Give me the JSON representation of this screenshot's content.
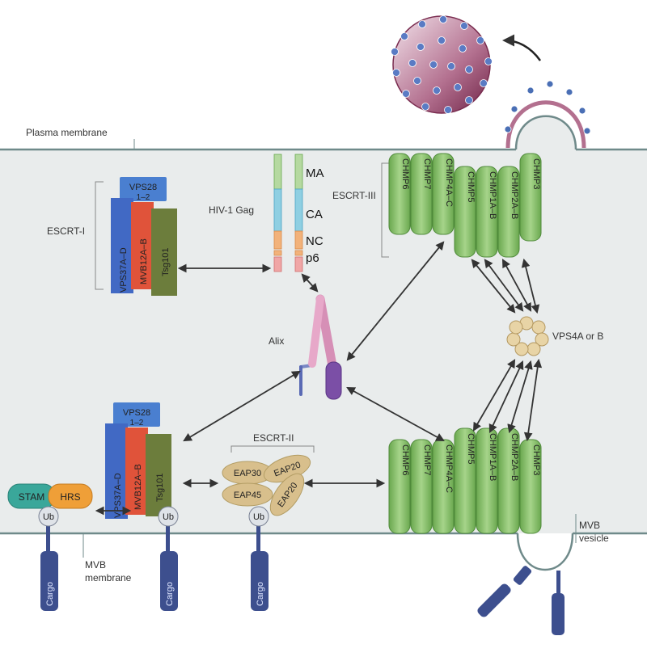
{
  "labels": {
    "plasma_membrane": "Plasma membrane",
    "mvb_membrane_line1": "MVB",
    "mvb_membrane_line2": "membrane",
    "mvb_vesicle_line1": "MVB",
    "mvb_vesicle_line2": "vesicle",
    "escrt1": "ESCRT-I",
    "escrt2": "ESCRT-II",
    "escrt3": "ESCRT-III",
    "hiv_gag": "HIV-1 Gag",
    "alix": "Alix",
    "vps4": "VPS4A or B"
  },
  "gag_domains": [
    "MA",
    "CA",
    "NC",
    "p6"
  ],
  "escrt1": {
    "vps28": "VPS28",
    "vps28_range": "1–2",
    "vps37": "VPS37A–D",
    "mvb12": "MVB12A–B",
    "tsg101": "Tsg101"
  },
  "escrt2": {
    "eap30": "EAP30",
    "eap20_top": "EAP20",
    "eap45": "EAP45",
    "eap20_bottom": "EAP20"
  },
  "escrt3_subunits": [
    "CHMP6",
    "CHMP7",
    "CHMP4A–C",
    "CHMP5",
    "CHMP1A–B",
    "CHMP2A–B",
    "CHMP3"
  ],
  "adaptors": {
    "stam": "STAM",
    "hrs": "HRS",
    "ub": "Ub",
    "cargo": "Cargo"
  },
  "colors": {
    "membrane_fill": "#e9ecec",
    "membrane_line": "#6f8a8a",
    "chmp_green": "#8dc46e",
    "vps28_blue": "#4a7fd0",
    "vps37_blue": "#4169c4",
    "mvb12_red": "#e0533a",
    "tsg101_olive": "#6c7d3c",
    "stam_teal": "#3aa79a",
    "hrs_orange": "#ef9f38",
    "eap_tan": "#d8bf8c",
    "cargo_navy": "#3d4f8e",
    "alix_pink": "#e7a8c9",
    "alix_purple": "#7b4fa6",
    "virion": "#8c3a5e"
  }
}
